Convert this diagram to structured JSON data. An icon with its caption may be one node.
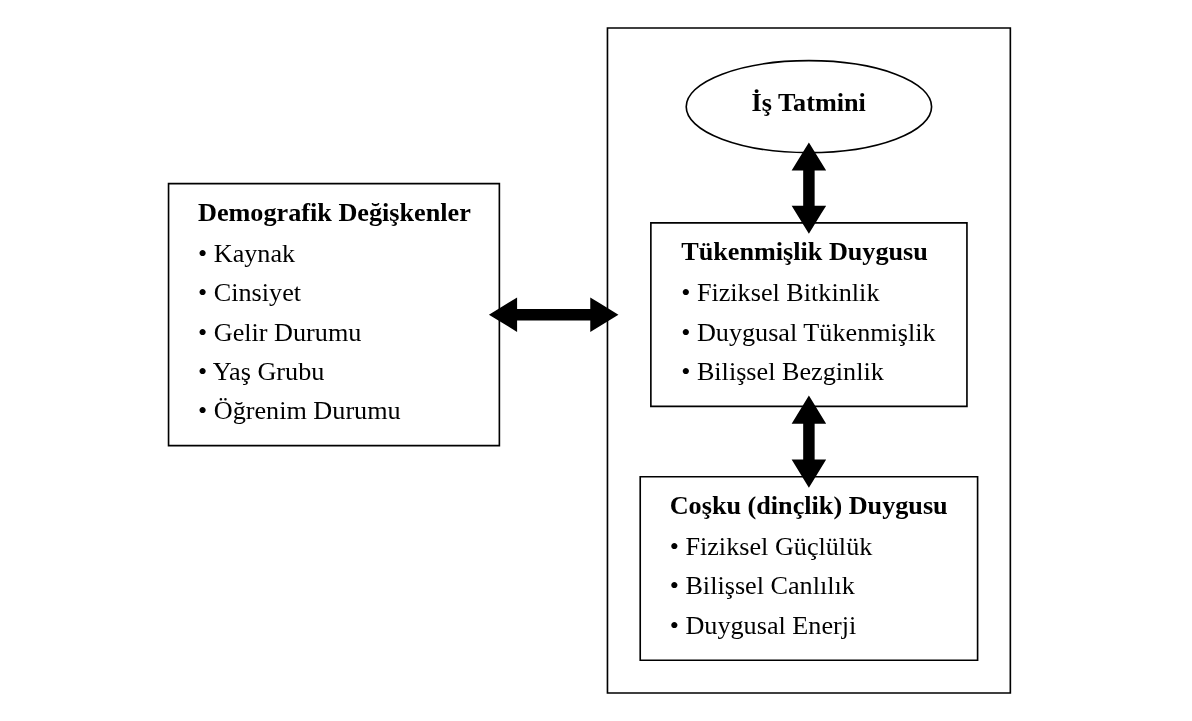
{
  "diagram": {
    "nodes": [
      {
        "text": [
          "Demografik Değişkenler",
          "• Kaynak",
          "• Cinsiyet",
          "• Gelir Durumu",
          "• Yaş Grubu",
          "• Öğrenim Durumu"
        ]
      },
      {
        "text": [],
        "shape": "box"
      },
      {
        "text": [
          "İş Tatmini"
        ],
        "in": 1
      },
      {
        "text": [
          "Tükenmişlik Duygusu",
          "• Fiziksel Bitkinlik",
          "• Duygusal Tükenmişlik",
          "• Bilişsel Bezginlik"
        ],
        "in": 1
      },
      {
        "text": [
          "Coşku (dinçlik) Duygusu",
          "• Fiziksel Güçlülük",
          "• Bilişsel Canlılık",
          "• Duygusal Enerji"
        ],
        "in": 1
      }
    ],
    "edges": [
      {
        "from": 0,
        "to": 1,
        "arrow": "both"
      },
      {
        "from": 2,
        "to": 3,
        "arrow": "both"
      },
      {
        "from": 3,
        "to": 4,
        "arrow": "both"
      }
    ]
  }
}
